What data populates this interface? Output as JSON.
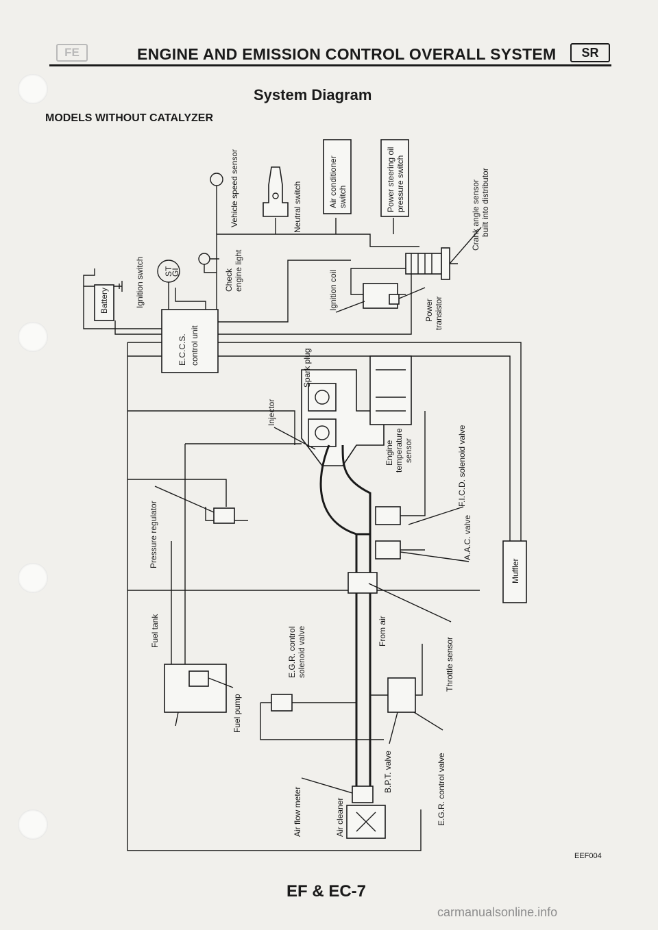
{
  "header": {
    "page_code": "FE",
    "title": "ENGINE AND EMISSION CONTROL OVERALL SYSTEM",
    "badge": "SR"
  },
  "section_title": "System Diagram",
  "models_heading": "MODELS WITHOUT CATALYZER",
  "diagram": {
    "battery": "Battery",
    "ignition_switch": "Ignition switch",
    "ignition_st": "ST",
    "ignition_gi": "GI",
    "check_engine_light_1": "Check",
    "check_engine_light_2": "engine light",
    "vehicle_speed_sensor": "Vehicle speed sensor",
    "neutral_switch": "Neutral switch",
    "air_conditioner_switch_1": "Air conditioner",
    "air_conditioner_switch_2": "switch",
    "power_steering_switch_1": "Power steering oil",
    "power_steering_switch_2": "pressure switch",
    "crank_angle_sensor_1": "Crank angle sensor",
    "crank_angle_sensor_2": "built into distributor",
    "ecu_1": "E.C.C.S.",
    "ecu_2": "control unit",
    "ignition_coil": "Ignition coil",
    "power_transistor_1": "Power",
    "power_transistor_2": "transistor",
    "spark_plug": "Spark plug",
    "injector": "Injector",
    "engine_temp_sensor_1": "Engine",
    "engine_temp_sensor_2": "temperature",
    "engine_temp_sensor_3": "sensor",
    "fic_valve": "F.I.C.D. solenoid valve",
    "aac_valve": "A.A.C. valve",
    "muffler": "Muffler",
    "pressure_regulator": "Pressure regulator",
    "fuel_tank": "Fuel tank",
    "fuel_pump": "Fuel pump",
    "egr_solenoid_1": "E.G.R. control",
    "egr_solenoid_2": "solenoid valve",
    "from_air": "From air",
    "throttle_sensor": "Throttle sensor",
    "bpt_valve": "B.P.T. valve",
    "egr_control_valve": "E.G.R. control valve",
    "air_flow_meter": "Air flow meter",
    "air_cleaner": "Air cleaner"
  },
  "figure_code": "EEF004",
  "footer": "EF & EC-7",
  "watermark": "carmanualsonline.info"
}
